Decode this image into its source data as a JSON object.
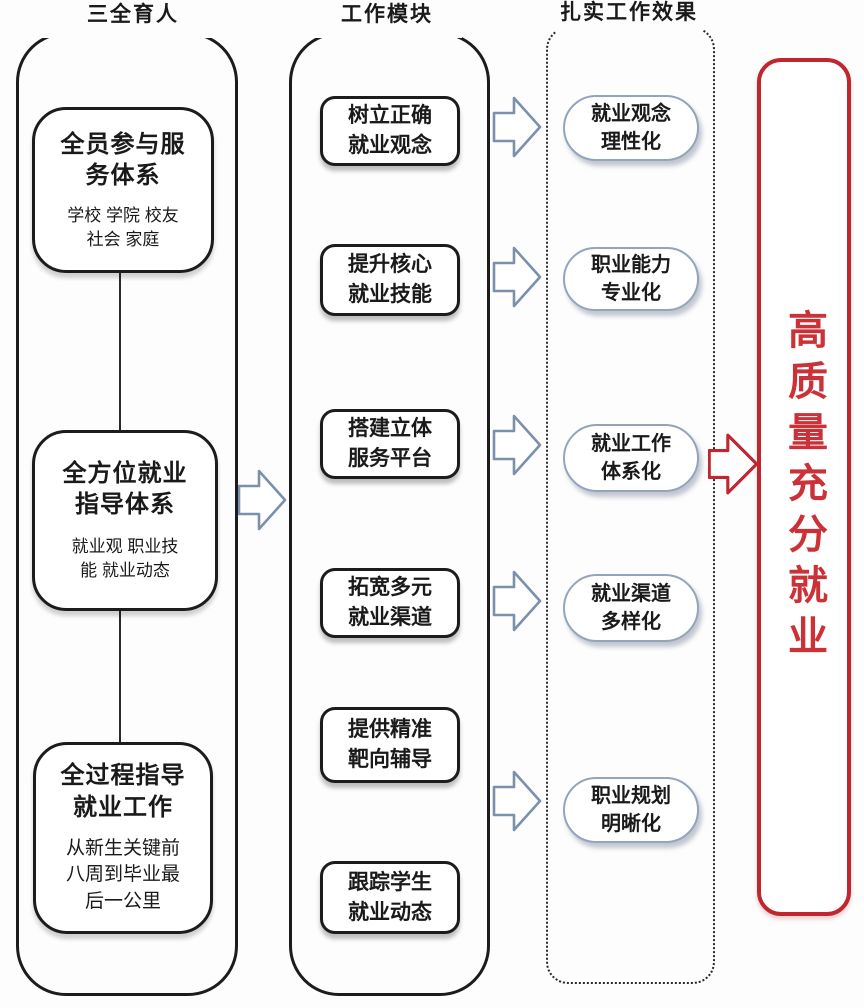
{
  "diagram": {
    "col_left": {
      "header": "三全育人",
      "boxes": [
        {
          "title": "全员参与服\n务体系",
          "subtitle": "学校 学院 校友\n社会 家庭"
        },
        {
          "title": "全方位就业\n指导体系",
          "subtitle": "就业观 职业技\n能 就业动态"
        },
        {
          "title": "全过程指导\n就业工作",
          "subtitle": "从新生关键前\n八周到毕业最\n后一公里"
        }
      ]
    },
    "col_mid": {
      "header": "工作模块",
      "boxes": [
        "树立正确\n就业观念",
        "提升核心\n就业技能",
        "搭建立体\n服务平台",
        "拓宽多元\n就业渠道",
        "提供精准\n靶向辅导",
        "跟踪学生\n就业动态"
      ]
    },
    "col_right": {
      "header": "扎实工作效果",
      "boxes": [
        "就业观念\n理性化",
        "职业能力\n专业化",
        "就业工作\n体系化",
        "就业渠道\n多样化",
        "职业规划\n明晰化"
      ]
    },
    "outcome": {
      "label": "高质量充分就业"
    },
    "colors": {
      "ink": "#1c1c1c",
      "arrow_blue": "#7b90ad",
      "pill_border": "#94a4bc",
      "accent_red": "#c0262d",
      "outcome_text_red": "#cc3138"
    }
  }
}
